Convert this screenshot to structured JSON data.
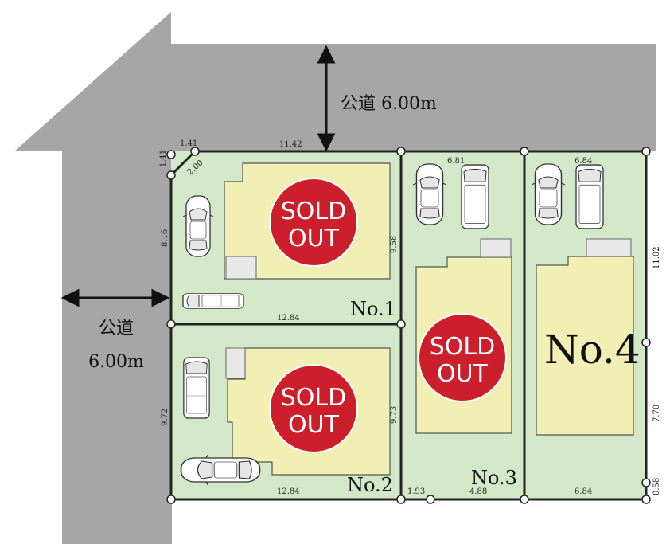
{
  "colors": {
    "road": "#a6a6a6",
    "lot": "#d3e8c9",
    "building": "#f1efb4",
    "sold_badge": "#cc1f2b",
    "boundary": "#222222"
  },
  "roads": {
    "north": {
      "label": "公道 6.00m"
    },
    "west": {
      "label_line1": "公道",
      "label_line2": "6.00m"
    }
  },
  "lots": [
    {
      "id": "No.1",
      "label": "No.1",
      "status": "sold",
      "sold_line1": "SOLD",
      "sold_line2": "OUT"
    },
    {
      "id": "No.2",
      "label": "No.2",
      "status": "sold",
      "sold_line1": "SOLD",
      "sold_line2": "OUT"
    },
    {
      "id": "No.3",
      "label": "No.3",
      "status": "sold",
      "sold_line1": "SOLD",
      "sold_line2": "OUT"
    },
    {
      "id": "No.4",
      "label": "No.4",
      "status": "available"
    }
  ],
  "dimensions": {
    "corner_top": "1.41",
    "corner_side": "1.41",
    "corner_cut": "2.00",
    "top_lot1": "11.42",
    "left_lot1": "8.16",
    "lot1_inner_right": "9.58",
    "lot1_bottom": "12.84",
    "left_lot2": "9.72",
    "lot2_inner_right": "9.73",
    "lot2_bottom": "12.84",
    "lot3_top": "6.81",
    "lot3_bottom_a": "1.93",
    "lot3_bottom_b": "4.88",
    "lot4_top": "6.84",
    "lot4_bottom": "6.84",
    "right_upper": "11.02",
    "right_mid": "7.70",
    "right_low": "0.58"
  }
}
